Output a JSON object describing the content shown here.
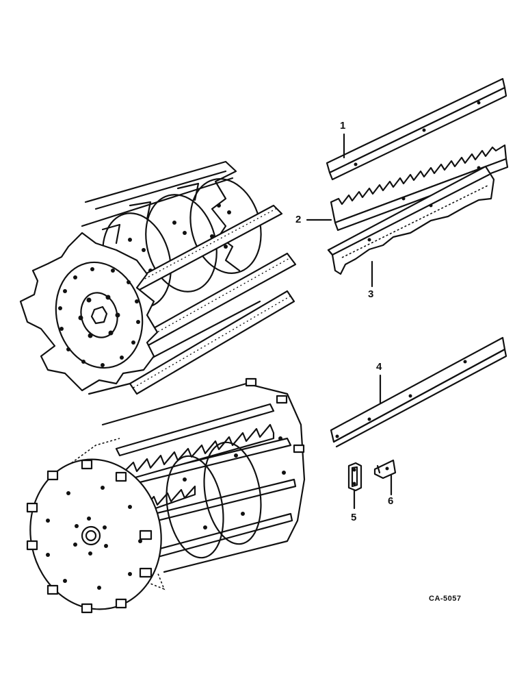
{
  "callouts": {
    "c1": "1",
    "c2": "2",
    "c3": "3",
    "c4": "4",
    "c5": "5",
    "c6": "6"
  },
  "drawing_code": "CA-5057",
  "colors": {
    "ink": "#111111",
    "paper": "#ffffff"
  }
}
